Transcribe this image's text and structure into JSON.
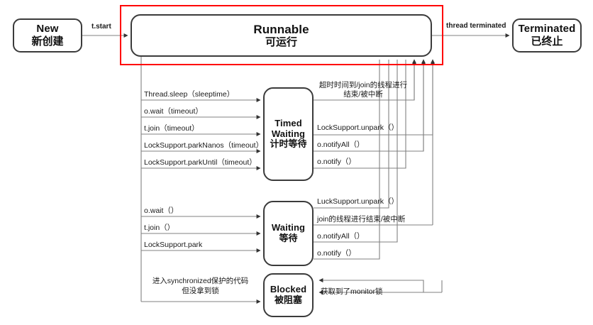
{
  "diagram": {
    "title": "Java Thread State Diagram",
    "highlight_color": "#ff0000",
    "box_border_color": "#3b3b3b",
    "line_color": "#808080"
  },
  "states": {
    "new": {
      "en": "New",
      "cn": "新创建"
    },
    "runnable": {
      "en": "Runnable",
      "cn": "可运行"
    },
    "terminated": {
      "en": "Terminated",
      "cn": "已终止"
    },
    "timed_waiting": {
      "en_line1": "Timed",
      "en_line2": "Waiting",
      "cn": "计时等待"
    },
    "waiting": {
      "en": "Waiting",
      "cn": "等待"
    },
    "blocked": {
      "en": "Blocked",
      "cn": "被阻塞"
    }
  },
  "transitions": {
    "start": "t.start",
    "terminated": "thread terminated",
    "to_timed_waiting": [
      "Thread.sleep（sleeptime）",
      "o.wait（timeout）",
      "t.join（timeout）",
      "LockSupport.parkNanos（timeout）",
      "LockSupport.parkUntil（timeout）"
    ],
    "from_timed_waiting": [
      "超时时间到/join的线程进行结束/被中断",
      "LockSupport.unpark（）",
      "o.notifyAll（）",
      "o.notify（）"
    ],
    "to_waiting": [
      "o.wait（）",
      "t.join（）",
      "LockSupport.park"
    ],
    "from_waiting": [
      "LuckSupport.unpark（）",
      "join的线程进行结束/被中断",
      "o.notifyAll（）",
      "o.notify（）"
    ],
    "to_blocked": "进入synchronized保护的代码\n但没拿到锁",
    "to_blocked_line1": "进入synchronized保护的代码",
    "to_blocked_line2": "但没拿到锁",
    "from_blocked": "获取到了monitor锁"
  }
}
